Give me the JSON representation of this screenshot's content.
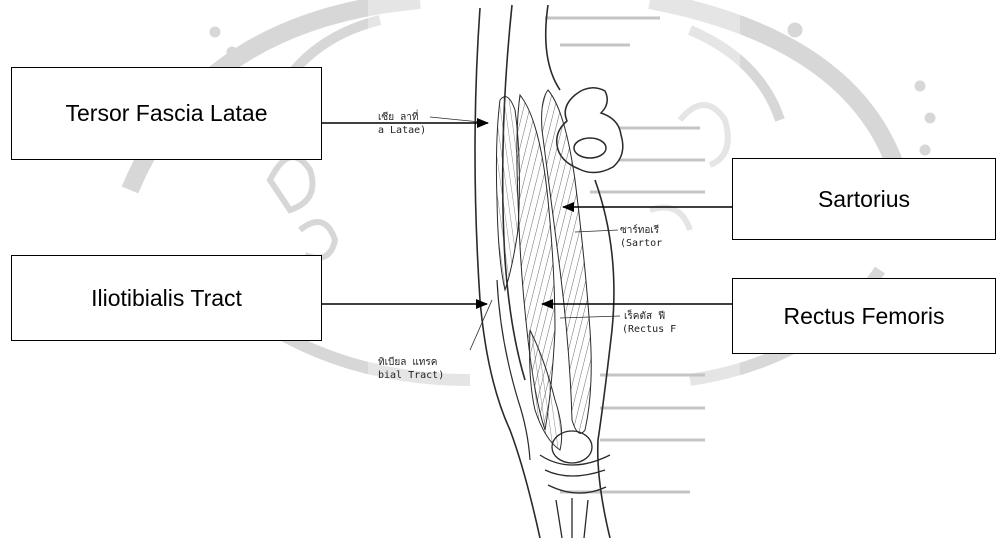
{
  "labels": {
    "tensor": "Tersor Fascia Latae",
    "sartorius": "Sartorius",
    "iliotibialis": "Iliotibialis Tract",
    "rectus": "Rectus Femoris"
  },
  "scan_text": {
    "tfl_thai": "เซีย ลาที่",
    "tfl_en": "a Latae)",
    "sart_thai": "ซาร์ทอเรี",
    "sart_en": "(Sartor",
    "rect_thai": "เร็คตัส ฟี",
    "rect_en": "(Rectus F",
    "itt_thai": "ทิเบียล แทรค",
    "itt_en": "bial Tract)"
  },
  "colors": {
    "box_border": "#000000",
    "arrow": "#000000",
    "watermark": "#b8b8b8",
    "drawing": "#2a2a2a"
  }
}
